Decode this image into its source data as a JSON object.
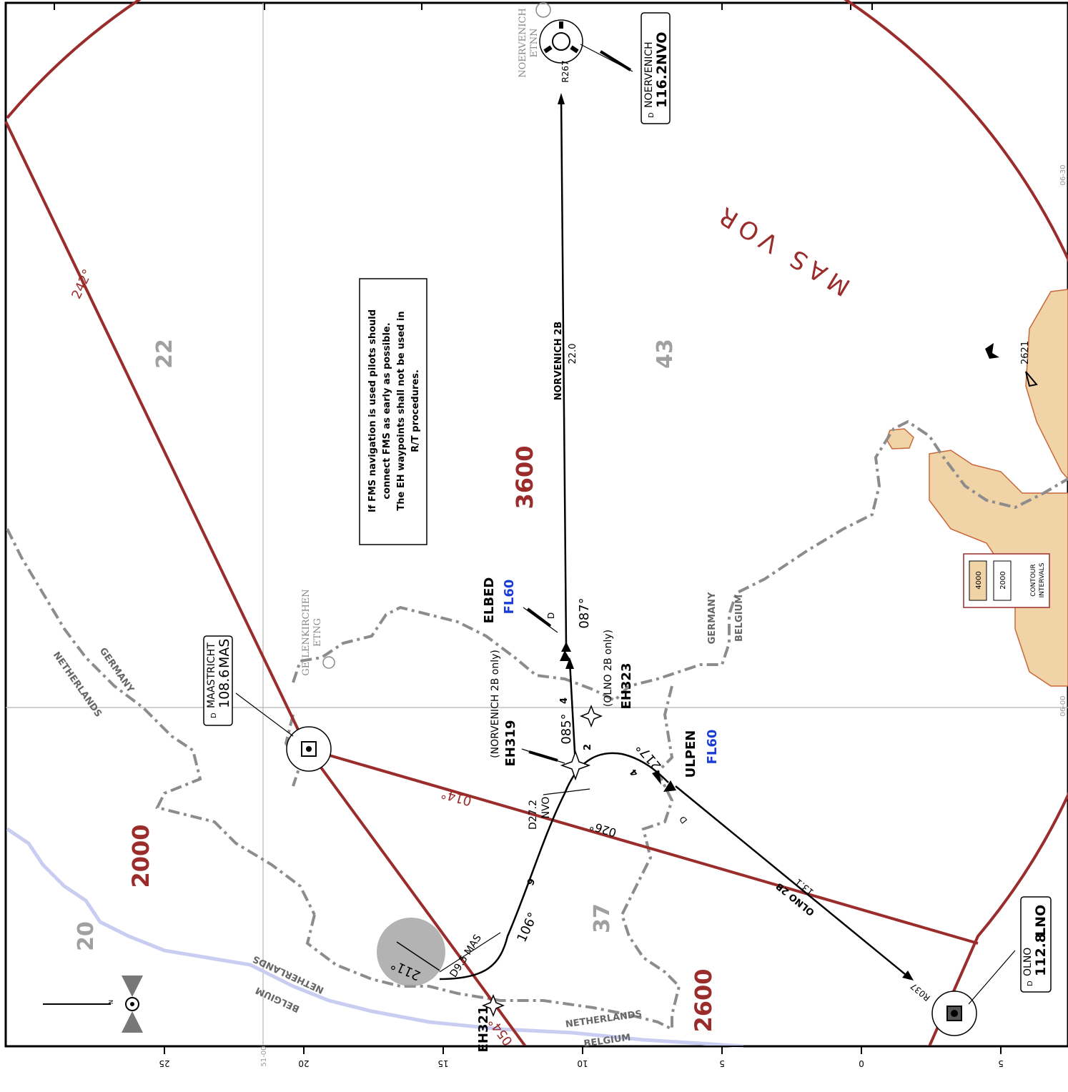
{
  "colors": {
    "radial": "#9b2c2c",
    "border": "#8c8c8c",
    "terrain": "#f0d3a6",
    "terrain_edge": "#c9683a",
    "water": "#c9cdf2",
    "route": "#000000",
    "fl_blue": "#1a3cd6",
    "grid": "#b4b4b4",
    "mora": "#a6a6a6"
  },
  "vor_circle_label": "MAS VOR",
  "note": {
    "lines": [
      "If FMS navigation is used pilots should",
      "connect FMS as early as possible.",
      "The EH waypoints shall not be used in",
      "R/T procedures."
    ]
  },
  "min_altitudes": [
    "3600",
    "2000",
    "2600"
  ],
  "mora": {
    "grid_20": "20",
    "grid_22": "22",
    "grid_37": "37",
    "grid_43": "43"
  },
  "navaids": {
    "mas": {
      "label": "MAASTRICHT",
      "freq": "108.6",
      "ident": "MAS",
      "d": "D"
    },
    "nvo": {
      "label": "NOERVENICH",
      "freq": "116.2",
      "ident": "NVO",
      "d": "D"
    },
    "lno": {
      "label": "OLNO",
      "freq": "112.8",
      "ident": "LNO",
      "d": "D"
    }
  },
  "airfields": {
    "noervenich": {
      "name": "NOERVENICH",
      "icao": "ETNN"
    },
    "geilenkirchen": {
      "name": "GEILENKIRCHEN",
      "icao": "ETNG"
    }
  },
  "waypoints": {
    "elbed": {
      "name": "ELBED",
      "fl": "FL60"
    },
    "ulpen": {
      "name": "ULPEN",
      "fl": "FL60"
    },
    "eh319": {
      "name": "EH319",
      "note": "(NORVENICH 2B only)"
    },
    "eh323": {
      "name": "EH323",
      "note": "(OLNO 2B only)"
    },
    "eh321": {
      "name": "EH321"
    }
  },
  "routes": {
    "norvenich": {
      "name": "NORVENICH 2B",
      "distance": "22.0"
    },
    "olno": {
      "name": "OLNO 2B",
      "distance": "13.1"
    }
  },
  "radials": {
    "r242": "242°",
    "r014": "014°",
    "r054": "054°",
    "r267": "R267",
    "r037": "R037",
    "r026": "026°"
  },
  "tracks": {
    "t087": "087°",
    "t085": "085°",
    "t217": "217°",
    "t106": "106°",
    "t211": "211°"
  },
  "leg_distances": {
    "d2": "2",
    "d4a": "4",
    "d4b": "4",
    "d9": "9"
  },
  "dme_fixes": {
    "d272": "D27.2",
    "nvo": "NVO",
    "d95mas": "D9.5 MAS",
    "d": "D"
  },
  "spot_elevation": "2621",
  "countries": {
    "netherlands": "NETHERLANDS",
    "germany": "GERMANY",
    "belgium": "BELGIUM"
  },
  "contour_legend": {
    "c4000": "4000",
    "c2000": "2000",
    "caption1": "CONTOUR",
    "caption2": "INTERVALS"
  },
  "grid_lat": {
    "g0630": "06-30",
    "g0600": "06-00",
    "g5100": "51-00"
  },
  "scale_ticks": [
    "25",
    "20",
    "15",
    "10",
    "5",
    "0",
    "5"
  ],
  "north_arrow": "N"
}
